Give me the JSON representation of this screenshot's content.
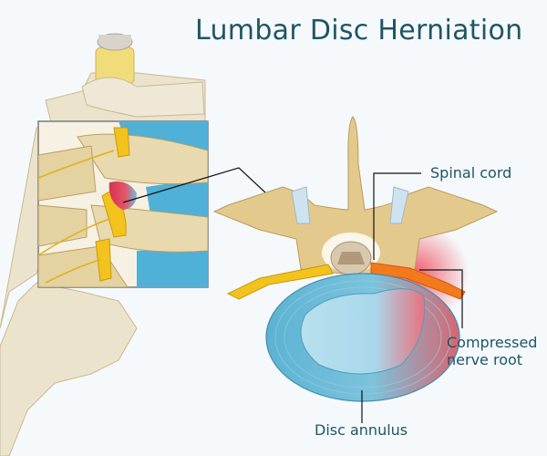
{
  "title": "Lumbar Disc Herniation",
  "labels": {
    "spinal_cord": "Spinal cord",
    "compressed_nerve_root_line1": "Compressed",
    "compressed_nerve_root_line2": "nerve root",
    "disc_annulus": "Disc annulus"
  },
  "colors": {
    "background": "#f5f9fc",
    "title_text": "#1f5566",
    "bone": "#e6cf9a",
    "bone_light": "#efe6cf",
    "nerve": "#f2c21d",
    "disc_blue": "#5ab3d6",
    "herniation_red": "#d9374f",
    "inflamed_nerve": "#f27a1d",
    "leader_line": "#111111"
  }
}
